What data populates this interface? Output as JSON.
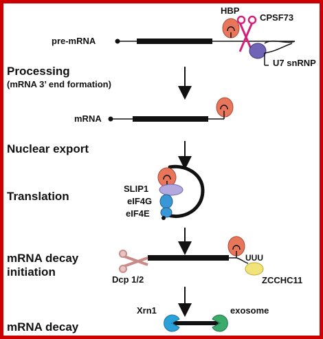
{
  "steps": {
    "processing": "Processing",
    "processing_sub": "(mRNA 3’ end formation)",
    "export": "Nuclear export",
    "translation": "Translation",
    "decay_init_1": "mRNA decay",
    "decay_init_2": "initiation",
    "decay": "mRNA decay"
  },
  "molecules": {
    "pre_mrna": "pre-mRNA",
    "mrna": "mRNA"
  },
  "factors": {
    "hbp": "HBP",
    "cpsf73": "CPSF73",
    "u7": "U7 snRNP",
    "slip1": "SLIP1",
    "eif4g": "eIF4G",
    "eif4e": "eIF4E",
    "dcp": "Dcp 1/2",
    "uuu": "UUU",
    "zcchc11": "ZCCHC11",
    "xrn1": "Xrn1",
    "exosome": "exosome"
  },
  "colors": {
    "frame": "#cc0000",
    "hbp": "#e8765a",
    "cpsf73": "#d4207a",
    "u7": "#6f64b5",
    "slip1": "#b3a9dc",
    "eif4g": "#3a96d4",
    "eif4e": "#3a96d4",
    "dcp": "#c98a88",
    "zcchc11": "#f2e27a",
    "xrn1": "#2aa1d8",
    "exosome": "#3aab6a"
  }
}
